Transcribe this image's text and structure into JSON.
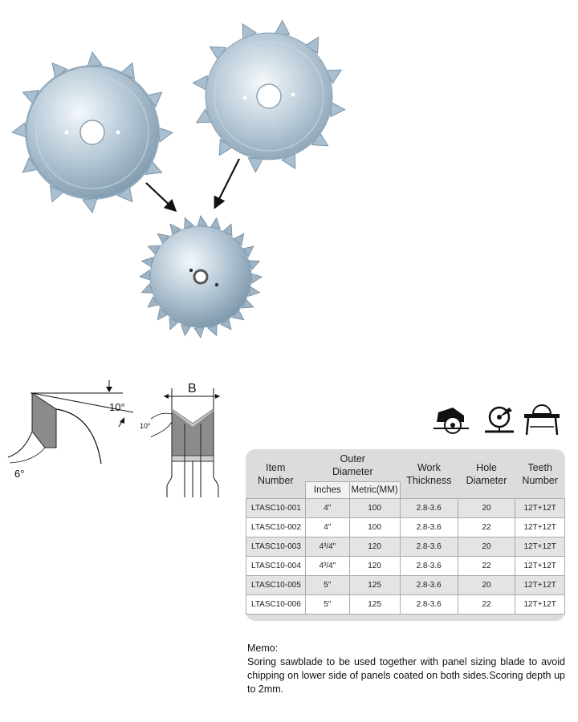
{
  "diagram": {
    "angle_top": "10°",
    "angle_side": "6°",
    "angle_small": "10°",
    "width_label": "B"
  },
  "icons": [
    "circular-saw-icon",
    "miter-saw-icon",
    "table-saw-icon"
  ],
  "table": {
    "headers": {
      "item": "Item\nNumber",
      "outer": "Outer\nDiameter",
      "inches": "Inches",
      "metric": "Metric(MM)",
      "work": "Work\nThickness",
      "hole": "Hole\nDiameter",
      "teeth": "Teeth\nNumber"
    },
    "rows": [
      {
        "item": "LTASC10-001",
        "inches": "4\"",
        "metric": "100",
        "work": "2.8-3.6",
        "hole": "20",
        "teeth": "12T+12T"
      },
      {
        "item": "LTASC10-002",
        "inches": "4\"",
        "metric": "100",
        "work": "2.8-3.6",
        "hole": "22",
        "teeth": "12T+12T"
      },
      {
        "item": "LTASC10-003",
        "inches": "4³/4\"",
        "metric": "120",
        "work": "2.8-3.6",
        "hole": "20",
        "teeth": "12T+12T"
      },
      {
        "item": "LTASC10-004",
        "inches": "4³/4\"",
        "metric": "120",
        "work": "2.8-3.6",
        "hole": "22",
        "teeth": "12T+12T"
      },
      {
        "item": "LTASC10-005",
        "inches": "5\"",
        "metric": "125",
        "work": "2.8-3.6",
        "hole": "20",
        "teeth": "12T+12T"
      },
      {
        "item": "LTASC10-006",
        "inches": "5\"",
        "metric": "125",
        "work": "2.8-3.6",
        "hole": "22",
        "teeth": "12T+12T"
      }
    ]
  },
  "memo": {
    "title": "Memo:",
    "text": "Soring sawblade to be used together with panel sizing blade to avoid chipping on lower side of panels coated on both sides.Scoring depth up to 2mm."
  }
}
